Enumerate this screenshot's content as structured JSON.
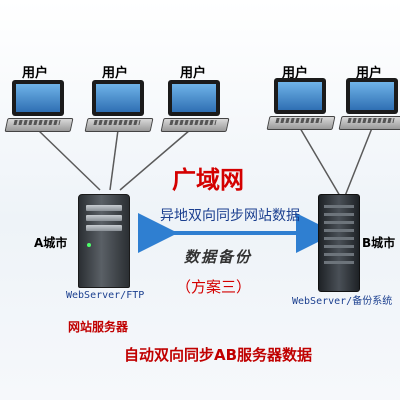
{
  "users": {
    "label": "用户"
  },
  "diagram": {
    "title": "广域网",
    "sync_label": "异地双向同步网站数据",
    "backup_label": "数据备份",
    "plan_label": "（方案三）"
  },
  "server_a": {
    "city": "A城市",
    "name": "WebServer/FTP",
    "role": "网站服务器"
  },
  "server_b": {
    "city": "B城市",
    "name": "WebServer/备份系统"
  },
  "footer": {
    "caption": "自动双向同步AB服务器数据"
  },
  "colors": {
    "accent_red": "#d40000",
    "arrow_blue": "#2f7fd1",
    "link_gray": "#5a5a5a"
  }
}
